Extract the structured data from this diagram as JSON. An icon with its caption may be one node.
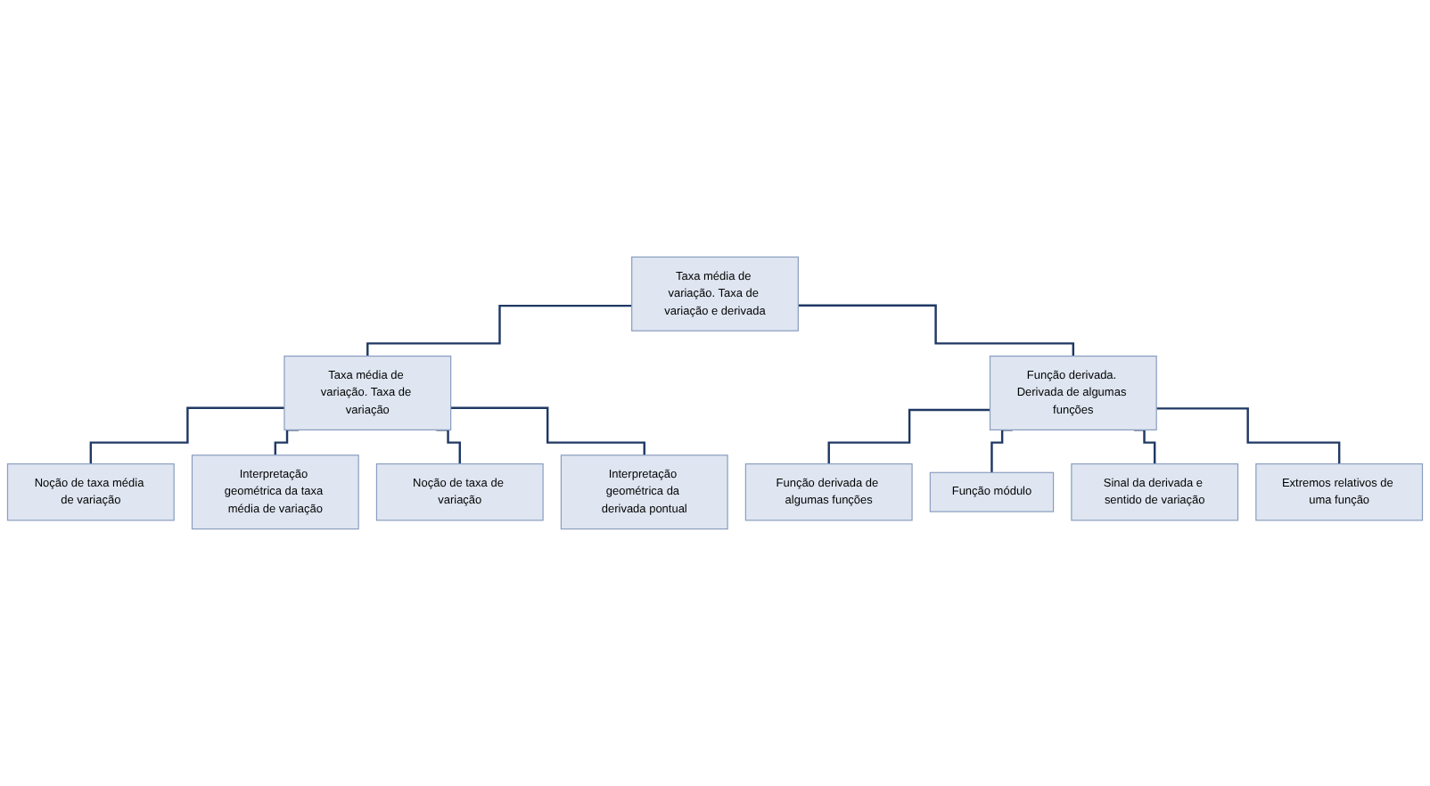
{
  "diagram": {
    "nodes": [
      {
        "text": [
          "Taxa média de variação. Taxa de variação e derivada"
        ]
      },
      {
        "text": [
          "Taxa média de variação. Taxa de variação"
        ]
      },
      {
        "text": [
          "Função derivada. Derivada de algumas funções"
        ]
      },
      {
        "text": [
          "Noção de taxa média de variação"
        ]
      },
      {
        "text": [
          "Interpretação geométrica da taxa média de variação"
        ]
      },
      {
        "text": [
          "Noção de taxa de variação"
        ]
      },
      {
        "text": [
          "Interpretação geométrica da derivada pontual"
        ]
      },
      {
        "text": [
          "Função derivada de algumas funções"
        ]
      },
      {
        "text": [
          "Função módulo"
        ]
      },
      {
        "text": [
          "Sinal da derivada e sentido de variação"
        ]
      },
      {
        "text": [
          "Extremos relativos de uma função"
        ]
      }
    ],
    "edges": [
      {
        "from": 0,
        "to": 1,
        "arrow": "none"
      },
      {
        "from": 0,
        "to": 2,
        "arrow": "none"
      },
      {
        "from": 1,
        "to": 3,
        "arrow": "none"
      },
      {
        "from": 1,
        "to": 4,
        "arrow": "none"
      },
      {
        "from": 1,
        "to": 5,
        "arrow": "none"
      },
      {
        "from": 1,
        "to": 6,
        "arrow": "none"
      },
      {
        "from": 2,
        "to": 7,
        "arrow": "none"
      },
      {
        "from": 2,
        "to": 8,
        "arrow": "none"
      },
      {
        "from": 2,
        "to": 9,
        "arrow": "none"
      },
      {
        "from": 2,
        "to": 10,
        "arrow": "none"
      }
    ]
  }
}
